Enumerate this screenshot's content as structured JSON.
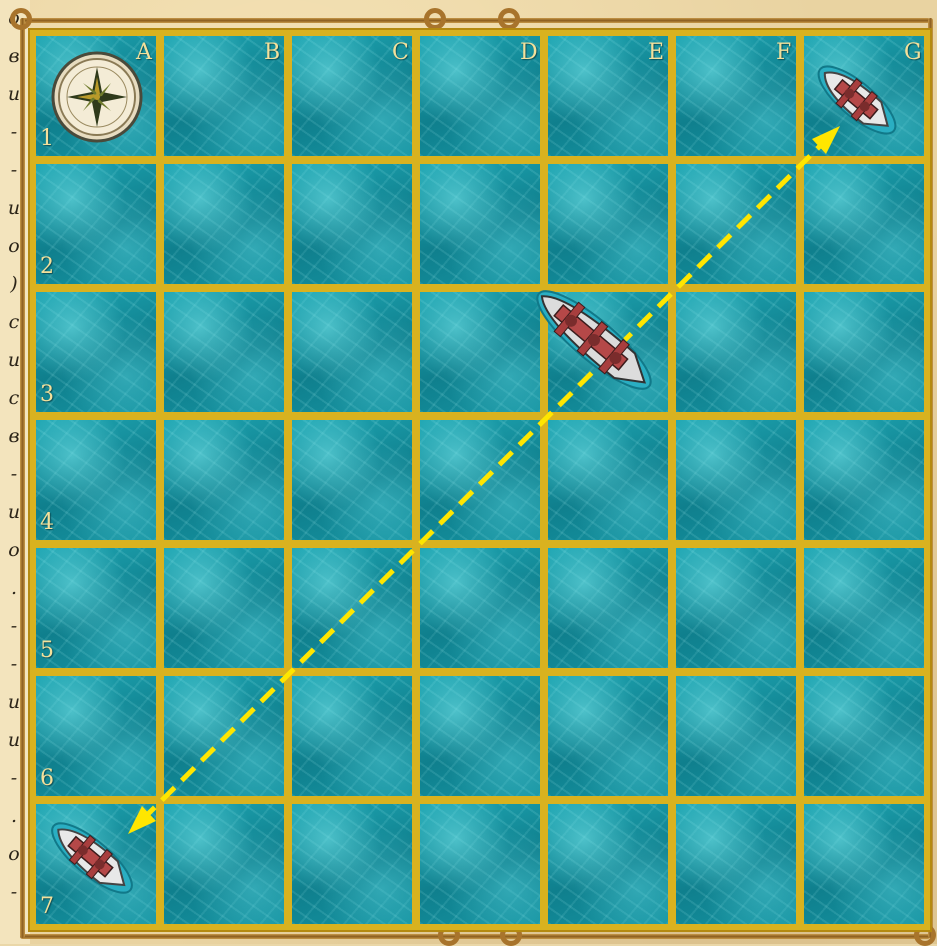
{
  "board": {
    "columns": [
      "A",
      "B",
      "C",
      "D",
      "E",
      "F",
      "G"
    ],
    "rows": [
      "1",
      "2",
      "3",
      "4",
      "5",
      "6",
      "7"
    ],
    "grid_color": "#d9b21f",
    "water_color": "#128a98"
  },
  "side_text": [
    "o",
    "в",
    "и",
    "-",
    "-",
    "и",
    "о",
    ")",
    "c",
    "и",
    "c",
    "в",
    "-",
    "и",
    "о",
    ".",
    "-",
    "-",
    "и",
    "и",
    "-",
    ".",
    "о",
    "-"
  ],
  "pieces": [
    {
      "name": "compass",
      "cell": "A1"
    },
    {
      "name": "ship-small-g1",
      "cell": "G1"
    },
    {
      "name": "ship-large-e3",
      "cell": "E3"
    },
    {
      "name": "ship-small-a7",
      "cell": "A7"
    }
  ],
  "trajectory": {
    "from": "A7",
    "to": "G1",
    "color": "#ffe600",
    "style": "dashed",
    "arrowheads": "both"
  }
}
